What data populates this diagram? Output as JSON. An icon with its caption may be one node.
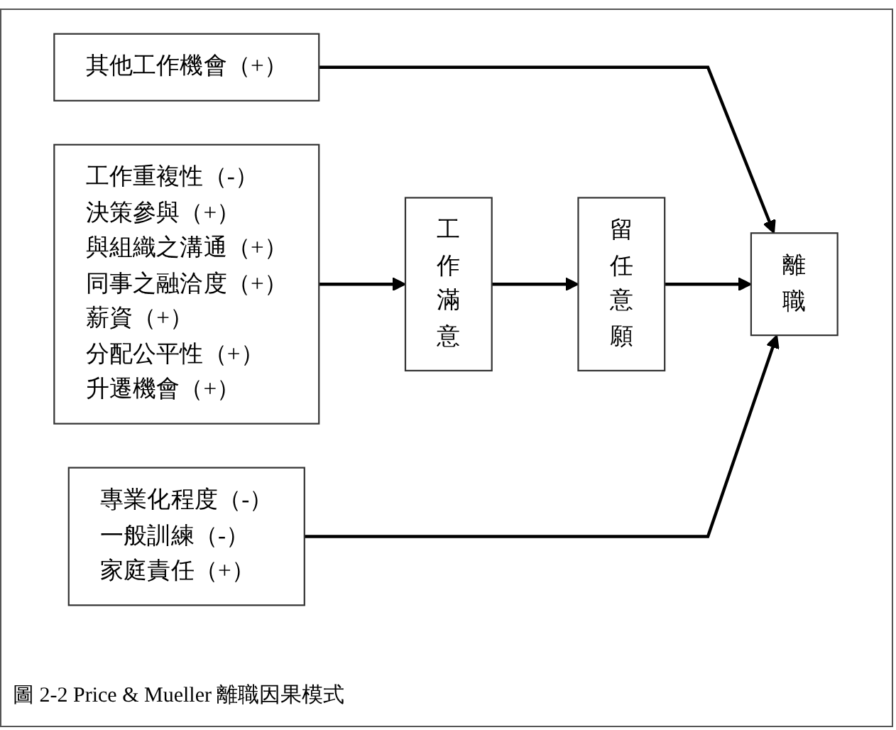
{
  "diagram": {
    "caption": "圖 2-2 Price & Mueller 離職因果模式",
    "nodes": [
      {
        "text": [
          "其他工作機會（+）"
        ]
      },
      {
        "text": [
          "工作重複性（-）",
          "決策參與（+）",
          "與組織之溝通（+）",
          "同事之融洽度（+）",
          "薪資（+）",
          "分配公平性（+）",
          "升遷機會（+）"
        ]
      },
      {
        "text": [
          "專業化程度（-）",
          "一般訓練（-）",
          "家庭責任（+）"
        ]
      },
      {
        "text": [
          "工作滿意"
        ]
      },
      {
        "text": [
          "留任意願"
        ]
      },
      {
        "text": [
          "離職"
        ]
      }
    ],
    "edges": [
      {
        "from": 0,
        "to": 5,
        "arrow": "to"
      },
      {
        "from": 1,
        "to": 3,
        "arrow": "to"
      },
      {
        "from": 3,
        "to": 4,
        "arrow": "to"
      },
      {
        "from": 4,
        "to": 5,
        "arrow": "to"
      },
      {
        "from": 2,
        "to": 5,
        "arrow": "to"
      }
    ]
  }
}
